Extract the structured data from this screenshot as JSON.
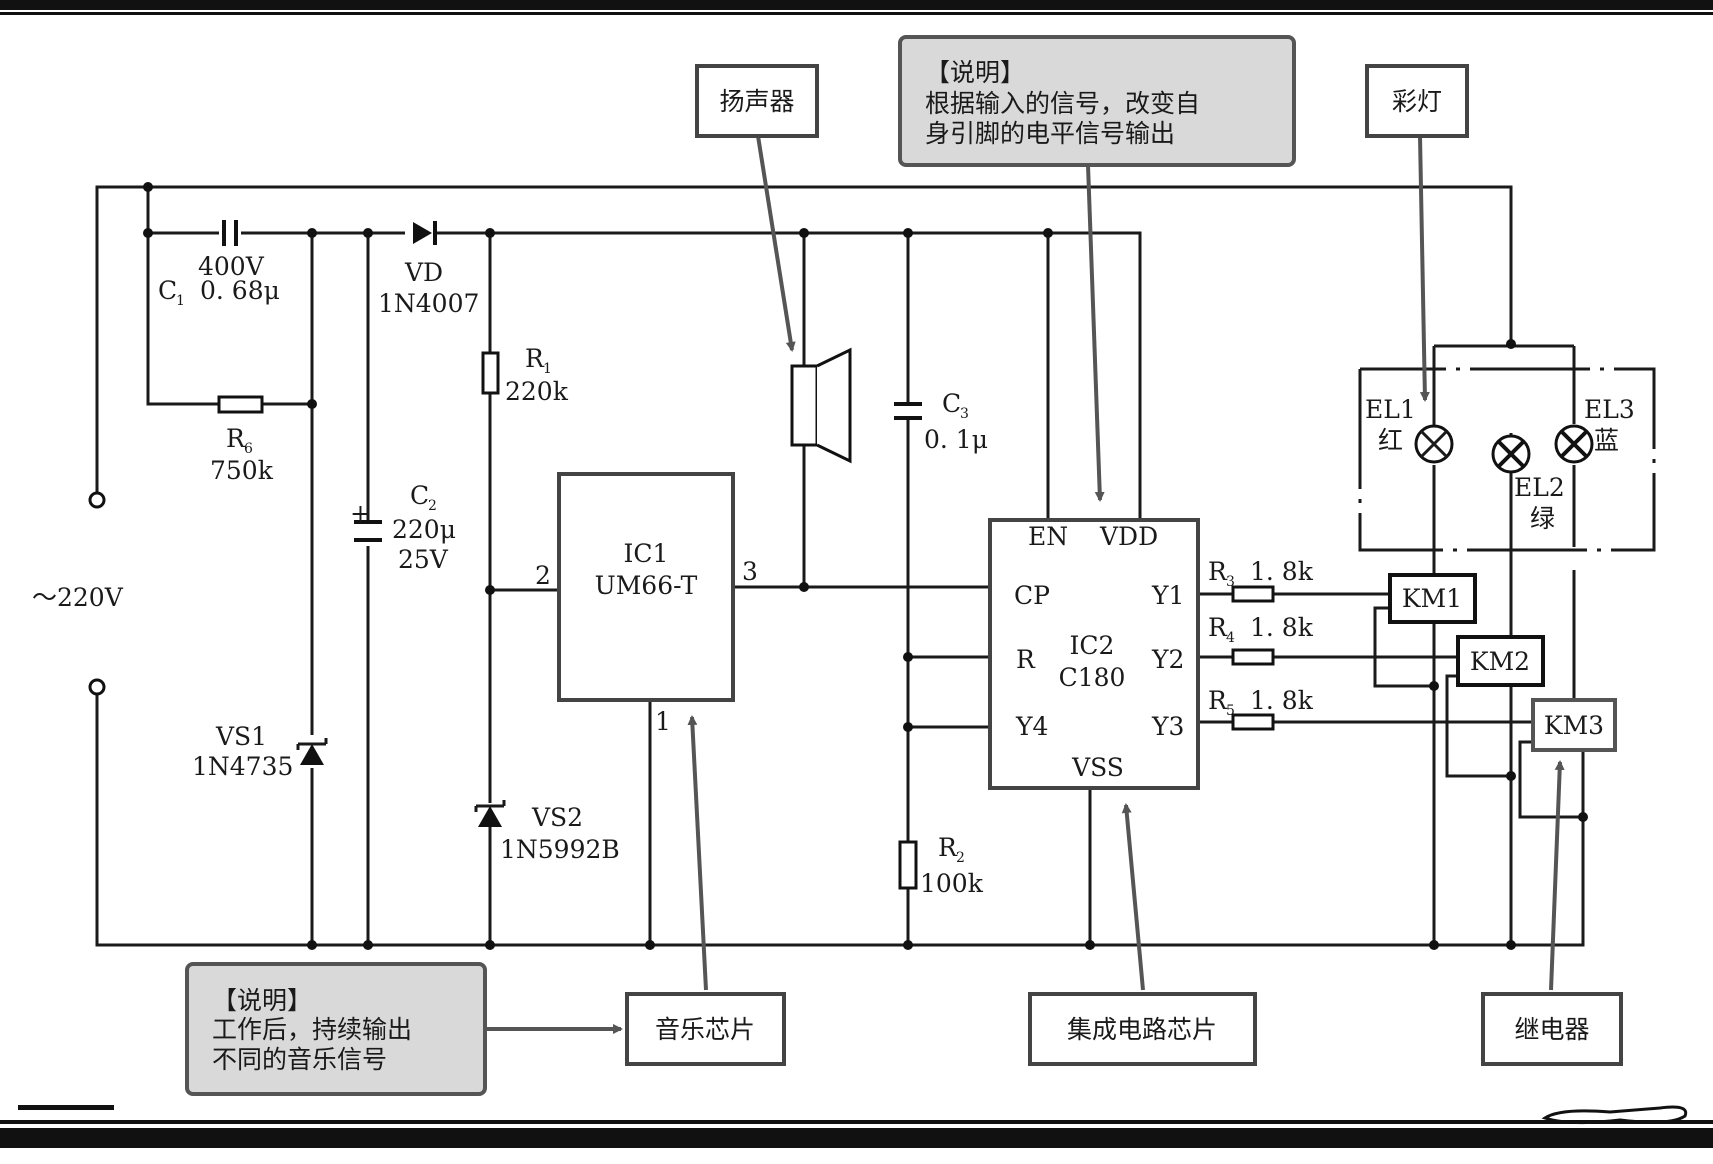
{
  "ac": {
    "label": "～220V"
  },
  "c1": {
    "name": "C",
    "sub": "1",
    "value": "0. 68μ",
    "voltage": "400V"
  },
  "r6": {
    "name": "R",
    "sub": "6",
    "value": "750k"
  },
  "vs1": {
    "name": "VS1",
    "part": "1N4735"
  },
  "c2": {
    "name": "C",
    "sub": "2",
    "value": "220μ",
    "voltage": "25V",
    "polarity": "+"
  },
  "vd": {
    "name": "VD",
    "part": "1N4007"
  },
  "r1": {
    "name": "R",
    "sub": "1",
    "value": "220k"
  },
  "vs2": {
    "name": "VS2",
    "part": "1N5992B"
  },
  "ic1": {
    "name": "IC1",
    "part": "UM66-T",
    "pin1": "1",
    "pin2": "2",
    "pin3": "3"
  },
  "c3": {
    "name": "C",
    "sub": "3",
    "value": "0. 1μ"
  },
  "r2": {
    "name": "R",
    "sub": "2",
    "value": "100k"
  },
  "ic2": {
    "name": "IC2",
    "part": "C180",
    "pin_en": "EN",
    "pin_vdd": "VDD",
    "pin_cp": "CP",
    "pin_r": "R",
    "pin_y4": "Y4",
    "pin_vss": "VSS",
    "pin_y1": "Y1",
    "pin_y2": "Y2",
    "pin_y3": "Y3"
  },
  "r3": {
    "name": "R",
    "sub": "3",
    "value": "1. 8k"
  },
  "r4": {
    "name": "R",
    "sub": "4",
    "value": "1. 8k"
  },
  "r5": {
    "name": "R",
    "sub": "5",
    "value": "1. 8k"
  },
  "relays": {
    "km1": "KM1",
    "km2": "KM2",
    "km3": "KM3"
  },
  "lamps": {
    "el1": "EL1",
    "el1_color": "红",
    "el2": "EL2",
    "el2_color": "绿",
    "el3": "EL3",
    "el3_color": "蓝"
  },
  "callouts": {
    "speaker": "扬声器",
    "note_top_title": "【说明】",
    "note_top_line1": "根据输入的信号，改变自",
    "note_top_line2": "身引脚的电平信号输出",
    "lights": "彩灯",
    "note_bottom_title": "【说明】",
    "note_bottom_line1": "工作后，持续输出",
    "note_bottom_line2": "不同的音乐信号",
    "music_chip": "音乐芯片",
    "ic_chip": "集成电路芯片",
    "relay": "继电器"
  }
}
